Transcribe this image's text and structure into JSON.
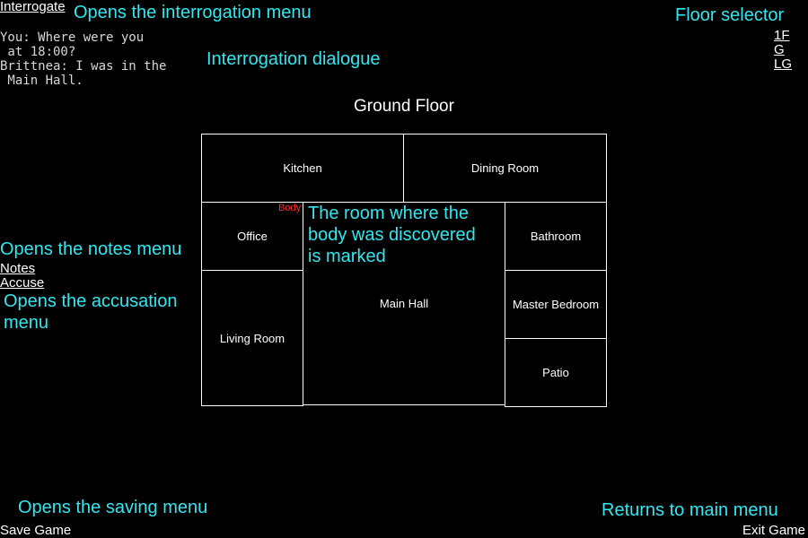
{
  "menu": {
    "interrogate": "Interrogate",
    "notes": "Notes",
    "accuse": "Accuse",
    "save_game": "Save Game",
    "exit_game": "Exit Game"
  },
  "dialogue": {
    "lines": "You: Where were you\n at 18:00?\nBrittnea: I was in the\n Main Hall."
  },
  "floor_selector": {
    "options": [
      "1F",
      "G",
      "LG"
    ]
  },
  "map": {
    "floor_title": "Ground Floor",
    "body_marker": "Body",
    "rooms": {
      "kitchen": "Kitchen",
      "dining_room": "Dining Room",
      "office": "Office",
      "living_room": "Living Room",
      "main_hall": "Main Hall",
      "bathroom": "Bathroom",
      "master_bedroom": "Master Bedroom",
      "patio": "Patio"
    }
  },
  "annotations": {
    "interrogate": "Opens the interrogation menu",
    "floor_selector": "Floor selector",
    "dialogue": "Interrogation dialogue",
    "notes": "Opens the notes menu",
    "accuse_line1": "Opens the accusation",
    "accuse_line2": "menu",
    "body_line1": "The room where the",
    "body_line2": "body was discovered",
    "body_line3": "is marked",
    "save": "Opens the saving menu",
    "exit": "Returns to main menu"
  },
  "colors": {
    "annotation": "#33e6f0",
    "body_marker": "#ff2a2a",
    "background": "#000000"
  }
}
